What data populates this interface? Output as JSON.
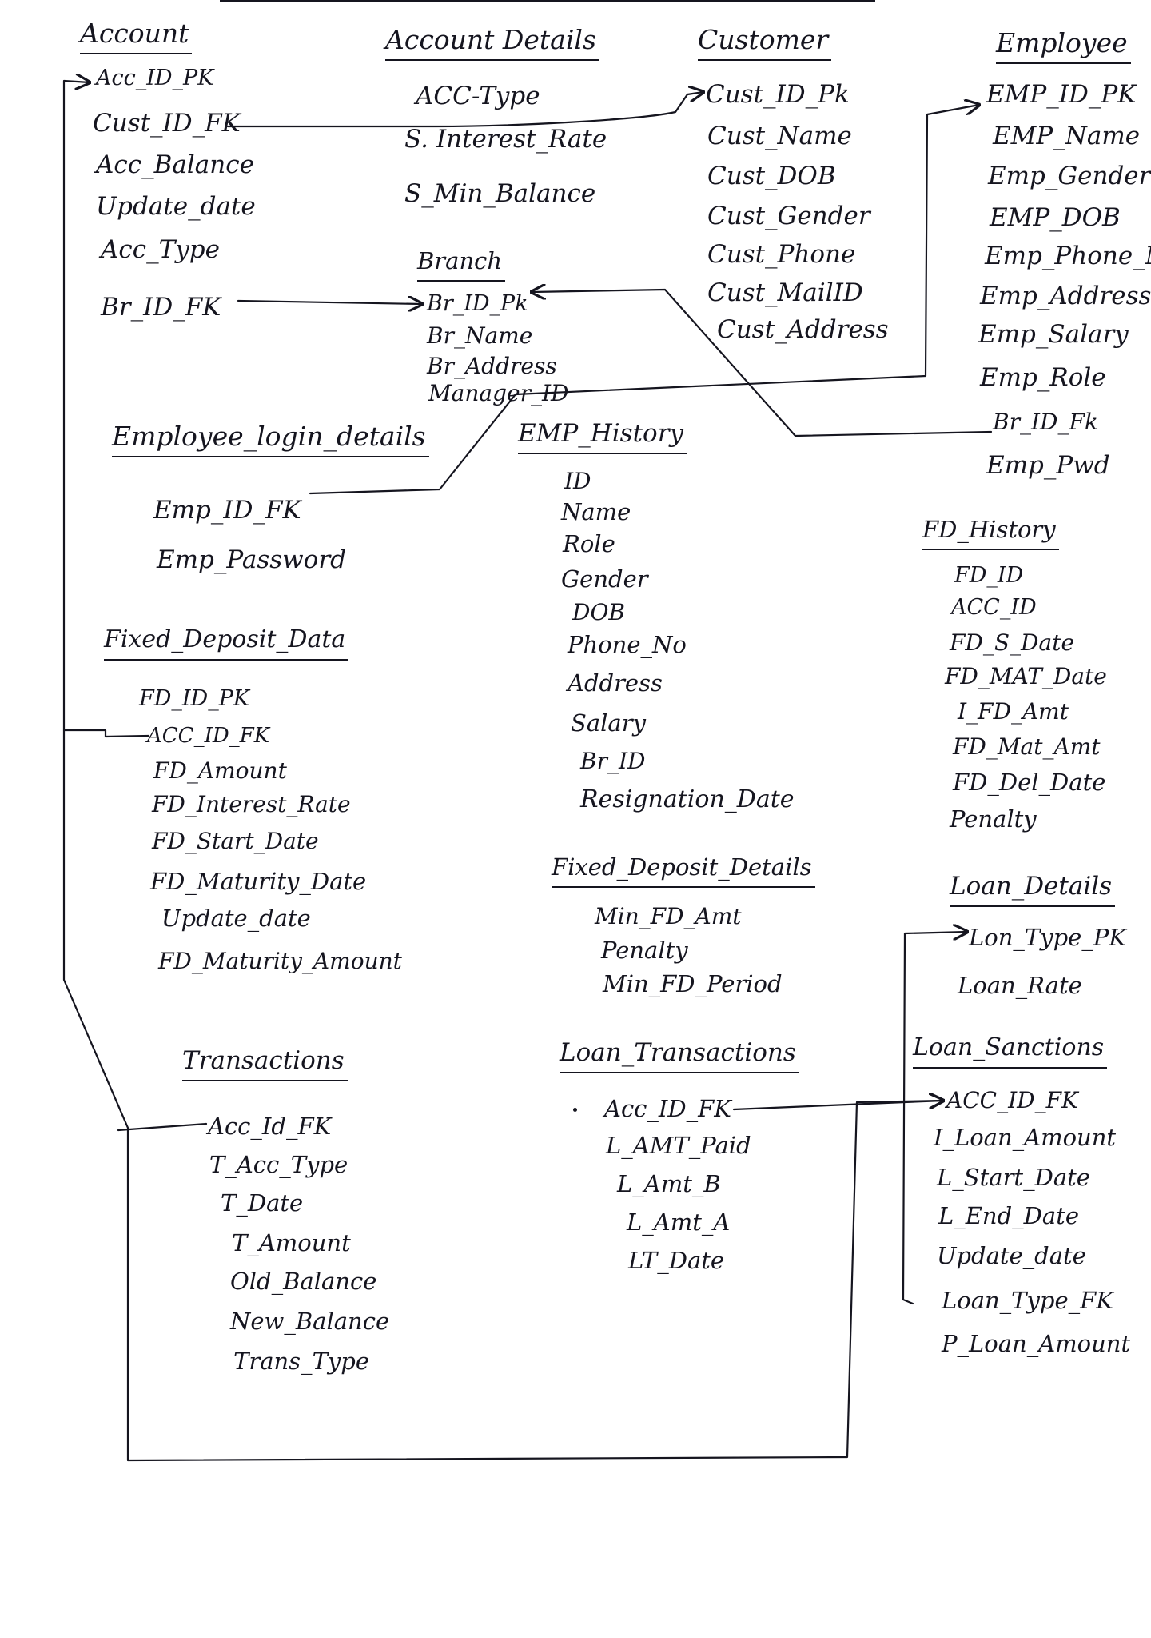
{
  "entities": {
    "account": {
      "title": "Account",
      "fields": [
        "Acc_ID_PK",
        "Cust_ID_FK",
        "Acc_Balance",
        "Update_date",
        "Acc_Type",
        "Br_ID_FK"
      ]
    },
    "account_details": {
      "title": "Account Details",
      "fields": [
        "ACC-Type",
        "S. Interest_Rate",
        "S_Min_Balance"
      ]
    },
    "customer": {
      "title": "Customer",
      "fields": [
        "Cust_ID_Pk",
        "Cust_Name",
        "Cust_DOB",
        "Cust_Gender",
        "Cust_Phone",
        "Cust_MailID",
        "Cust_Address"
      ]
    },
    "employee": {
      "title": "Employee",
      "fields": [
        "EMP_ID_PK",
        "EMP_Name",
        "Emp_Gender",
        "EMP_DOB",
        "Emp_Phone_No",
        "Emp_Address",
        "Emp_Salary",
        "Emp_Role",
        "Br_ID_Fk",
        "Emp_Pwd"
      ]
    },
    "branch": {
      "title": "Branch",
      "fields": [
        "Br_ID_Pk",
        "Br_Name",
        "Br_Address",
        "Manager_ID"
      ]
    },
    "employee_login_details": {
      "title": "Employee_login_details",
      "fields": [
        "Emp_ID_FK",
        "Emp_Password"
      ]
    },
    "emp_history": {
      "title": "EMP_History",
      "fields": [
        "ID",
        "Name",
        "Role",
        "Gender",
        "DOB",
        "Phone_No",
        "Address",
        "Salary",
        "Br_ID",
        "Resignation_Date"
      ]
    },
    "fd_history": {
      "title": "FD_History",
      "fields": [
        "FD_ID",
        "ACC_ID",
        "FD_S_Date",
        "FD_MAT_Date",
        "I_FD_Amt",
        "FD_Mat_Amt",
        "FD_Del_Date",
        "Penalty"
      ]
    },
    "fixed_deposit_data": {
      "title": "Fixed_Deposit_Data",
      "fields": [
        "FD_ID_PK",
        "ACC_ID_FK",
        "FD_Amount",
        "FD_Interest_Rate",
        "FD_Start_Date",
        "FD_Maturity_Date",
        "Update_date",
        "FD_Maturity_Amount"
      ]
    },
    "fixed_deposit_details": {
      "title": "Fixed_Deposit_Details",
      "fields": [
        "Min_FD_Amt",
        "Penalty",
        "Min_FD_Period"
      ]
    },
    "loan_details": {
      "title": "Loan_Details",
      "fields": [
        "Lon_Type_PK",
        "Loan_Rate"
      ]
    },
    "transactions": {
      "title": "Transactions",
      "fields": [
        "Acc_Id_FK",
        "T_Acc_Type",
        "T_Date",
        "T_Amount",
        "Old_Balance",
        "New_Balance",
        "Trans_Type"
      ]
    },
    "loan_transactions": {
      "title": "Loan_Transactions",
      "fields": [
        "Acc_ID_FK",
        "L_AMT_Paid",
        "L_Amt_B",
        "L_Amt_A",
        "LT_Date"
      ]
    },
    "loan_sanctions": {
      "title": "Loan_Sanctions",
      "fields": [
        "ACC_ID_FK",
        "I_Loan_Amount",
        "L_Start_Date",
        "L_End_Date",
        "Update_date",
        "Loan_Type_FK",
        "P_Loan_Amount"
      ]
    }
  }
}
